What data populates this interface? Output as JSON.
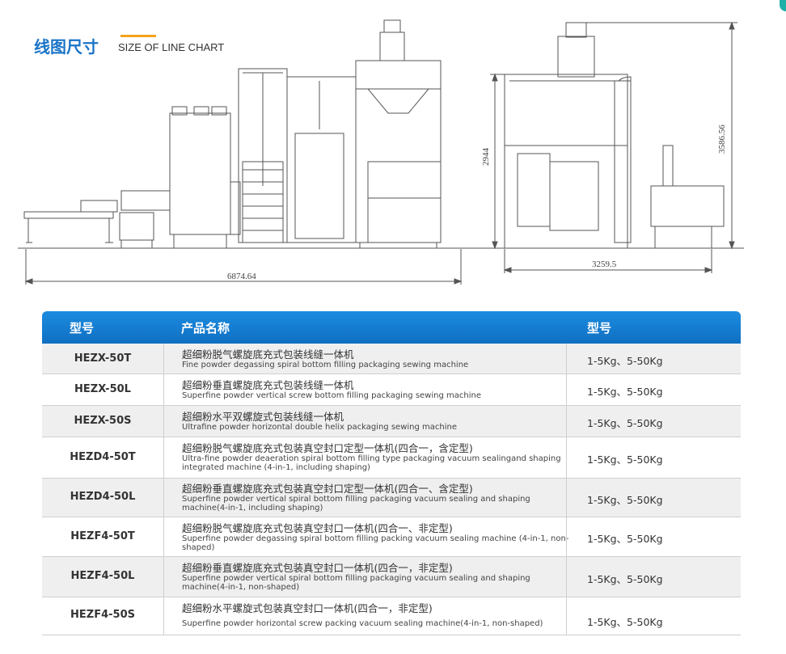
{
  "header": {
    "title_cn": "线图尺寸",
    "title_en": "SIZE OF LINE CHART"
  },
  "drawing": {
    "dim_total_length": "6874.64",
    "dim_unit_width": "3259.5",
    "dim_height_a": "2944",
    "dim_height_b": "3586.56"
  },
  "table": {
    "headers": [
      "型号",
      "产品名称",
      "型号"
    ],
    "rows": [
      {
        "model": "HEZX-50T",
        "name_cn": "超细粉脱气螺旋底充式包装线缝一体机",
        "name_en": "Fine powder degassing spiral bottom filling packaging sewing machine",
        "capacity": "1-5Kg、5-50Kg"
      },
      {
        "model": "HEZX-50L",
        "name_cn": "超细粉垂直螺旋底充式包装线缝一体机",
        "name_en": "Superfine powder vertical screw bottom filling packaging sewing machine",
        "capacity": "1-5Kg、5-50Kg"
      },
      {
        "model": "HEZX-50S",
        "name_cn": "超细粉水平双螺旋式包装线缝一体机",
        "name_en": "Ultrafine powder horizontal double helix packaging sewing machine",
        "capacity": "1-5Kg、5-50Kg"
      },
      {
        "model": "HEZD4-50T",
        "name_cn": "超细粉脱气螺旋底充式包装真空封口定型一体机(四合一，含定型)",
        "name_en": "Ultra-fine powder deaeration spiral bottom filling type packaging vacuum sealingand shaping integrated machine (4-in-1, including shaping)",
        "capacity": "1-5Kg、5-50Kg"
      },
      {
        "model": "HEZD4-50L",
        "name_cn": "超细粉垂直螺旋底充式包装真空封口定型一体机(四合一、含定型)",
        "name_en": "Superfine powder vertical spiral bottom filling packaging vacuum sealing and shaping machine(4-in-1, including shaping)",
        "capacity": "1-5Kg、5-50Kg"
      },
      {
        "model": "HEZF4-50T",
        "name_cn": "超细粉脱气螺旋底充式包装真空封口一体机(四合一、非定型)",
        "name_en": "Superfine powder degassing spiral bottom filling packing vacuum sealing machine (4-in-1, non-shaped)",
        "capacity": "1-5Kg、5-50Kg"
      },
      {
        "model": "HEZF4-50L",
        "name_cn": "超细粉垂直螺旋底充式包装真空封口一体机(四合一，非定型)",
        "name_en": "Superfine powder vertical spiral bottom filling packaging vacuum sealing and shaping machine(4-in-1, non-shaped)",
        "capacity": "1-5Kg、5-50Kg"
      },
      {
        "model": "HEZF4-50S",
        "name_cn": "超细粉水平螺旋式包装真空封口一体机(四合一，非定型)",
        "name_en": "Superfine powder horizontal screw packing vacuum sealing machine(4-in-1, non-shaped)",
        "capacity": "1-5Kg、5-50Kg"
      }
    ]
  },
  "colors": {
    "title_blue": "#1a74c7",
    "header_blue": "#1380d4",
    "accent_orange": "#f4a21c",
    "row_gray": "#efefef"
  }
}
